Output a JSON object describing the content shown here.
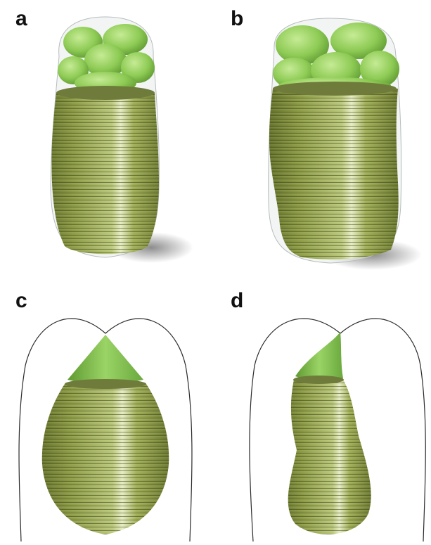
{
  "figure": {
    "panels": [
      {
        "label": "a"
      },
      {
        "label": "b"
      },
      {
        "label": "c"
      },
      {
        "label": "d"
      }
    ]
  },
  "colors": {
    "ring_dark": "#5e6b26",
    "ring_mid": "#8b9a44",
    "ring_light": "#b9c77a",
    "highlight": "#e6ecc4",
    "cap_top": "#6f7b3a",
    "cell_fill": "#8ecb55",
    "cell_light": "#c6eb95",
    "cell_dark": "#5f9a32",
    "envelope_fill": "#e9ecec",
    "outline": "#2a2a2a"
  }
}
